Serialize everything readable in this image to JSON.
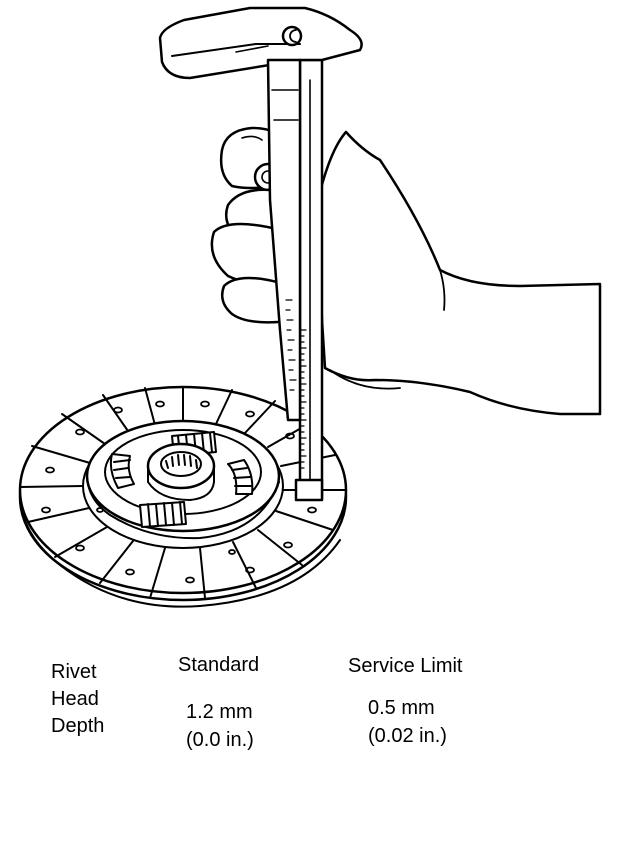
{
  "spec": {
    "label_lines": [
      "Rivet",
      "Head",
      "Depth"
    ],
    "standard_header": "Standard",
    "service_limit_header": "Service Limit",
    "standard_value": "1.2 mm",
    "standard_value_in": "(0.0 in.)",
    "service_limit_value": "0.5 mm",
    "service_limit_value_in": "(0.02 in.)"
  },
  "illustration": {
    "subject": "caliper-measuring-clutch-disc",
    "ink_color": "#000000",
    "paper_color": "#ffffff"
  }
}
